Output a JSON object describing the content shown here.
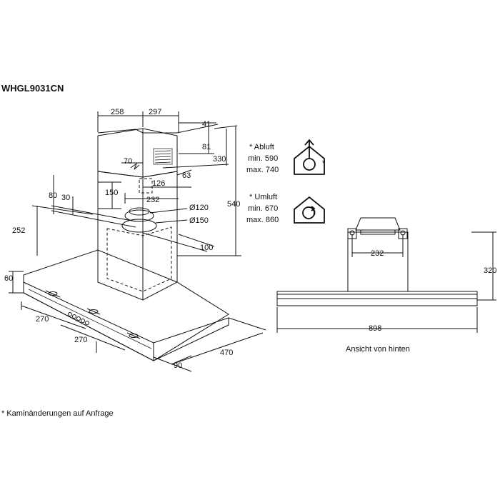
{
  "title": "WHGL9031CN",
  "footnote": "* Kaminänderungen auf Anfrage",
  "rear_view_caption": "Ansicht von hinten",
  "abluft": {
    "label": "* Abluft",
    "min": "min. 590",
    "max": "max. 740"
  },
  "umluft": {
    "label": "* Umluft",
    "min": "min. 670",
    "max": "max. 860"
  },
  "dimensions": {
    "d258": "258",
    "d297": "297",
    "d41": "41",
    "d81": "81",
    "d330": "330",
    "d70": "70",
    "d63": "63",
    "d126": "126",
    "d232": "232",
    "d150": "150",
    "d80": "80",
    "d30": "30",
    "d120": "Ø120",
    "d150dia": "Ø150",
    "d540": "540",
    "d252": "252",
    "d100": "100",
    "d60": "60",
    "d270a": "270",
    "d270b": "270",
    "d470": "470",
    "d90": "90",
    "rear232": "232",
    "rear320": "320",
    "rear898": "898"
  },
  "icons": [
    "exhaust-mode-icon",
    "recirculation-mode-icon"
  ]
}
